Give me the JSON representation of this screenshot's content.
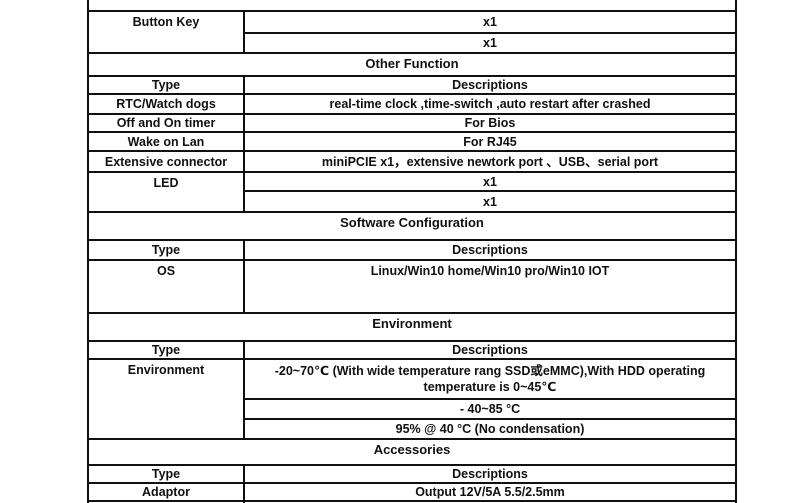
{
  "colors": {
    "background": "#ffffff",
    "border": "#101010",
    "text": "#101010"
  },
  "rows": [
    {
      "label": "Button Key",
      "value": "x1"
    },
    {
      "value": "x1"
    },
    {
      "title": "Other Function"
    },
    {
      "label": "Type",
      "value": "Descriptions"
    },
    {
      "label": "RTC/Watch dogs",
      "value": "real-time clock ,time-switch ,auto restart after crashed"
    },
    {
      "label": "Off and On timer",
      "value": "For Bios"
    },
    {
      "label": "Wake on Lan",
      "value": "For RJ45"
    },
    {
      "label": "Extensive connector",
      "value": "miniPCIE x1，extensive newtork port 、USB、serial port"
    },
    {
      "label": "LED",
      "value": "x1"
    },
    {
      "value": "x1"
    },
    {
      "title": "Software Configuration"
    },
    {
      "label": "Type",
      "value": "Descriptions"
    },
    {
      "label": "OS",
      "value": "Linux/Win10 home/Win10 pro/Win10 IOT"
    },
    {
      "title": "Environment"
    },
    {
      "label": "Type",
      "value": "Descriptions"
    },
    {
      "label": "Environment",
      "value": "-20~70℃ (With wide temperature rang SSD或eMMC),With HDD operating temperature is 0~45℃"
    },
    {
      "value": "- 40~85 °C"
    },
    {
      "value": "95% @ 40 °C (No condensation)"
    },
    {
      "title": "Accessories"
    },
    {
      "label": "Type",
      "value": "Descriptions"
    },
    {
      "label": "Adaptor",
      "value": "Output 12V/5A 5.5/2.5mm"
    }
  ]
}
